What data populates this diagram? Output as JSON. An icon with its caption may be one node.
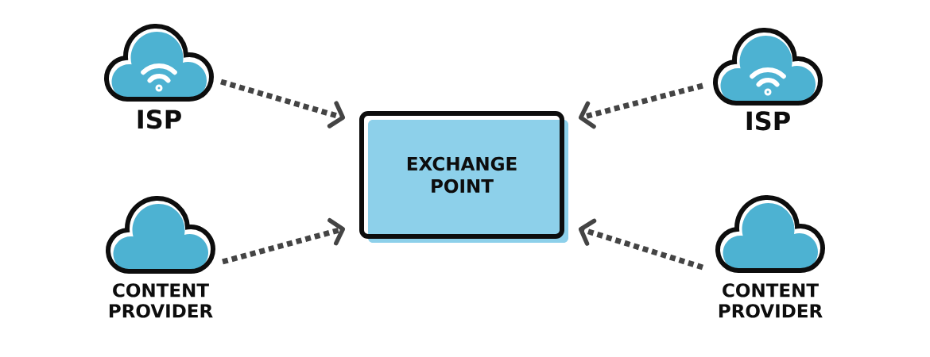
{
  "diagram": {
    "nodes": [
      {
        "text": [
          "ISP"
        ]
      },
      {
        "text": [
          "ISP"
        ]
      },
      {
        "text": [
          "EXCHANGE POINT"
        ]
      },
      {
        "text": [
          "CONTENT PROVIDER"
        ]
      },
      {
        "text": [
          "CONTENT PROVIDER"
        ]
      }
    ],
    "edges": [
      {
        "from": 0,
        "to": 2,
        "arrow": "to",
        "style": "dashed"
      },
      {
        "from": 1,
        "to": 2,
        "arrow": "to",
        "style": "dashed"
      },
      {
        "from": 3,
        "to": 2,
        "arrow": "to",
        "style": "dashed"
      },
      {
        "from": 4,
        "to": 2,
        "arrow": "to",
        "style": "dashed"
      }
    ]
  }
}
